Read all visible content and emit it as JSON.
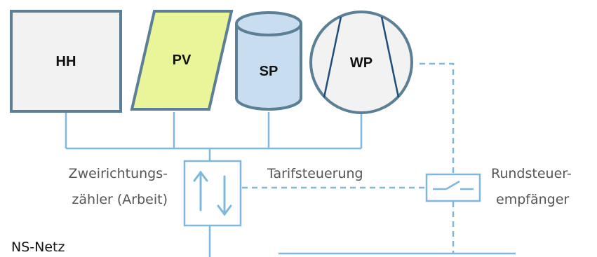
{
  "blocks": {
    "hh": {
      "label": "HH",
      "fill": "#f2f2f2"
    },
    "pv": {
      "label": "PV",
      "fill": "#eaf59a"
    },
    "sp": {
      "label": "SP",
      "fill": "#c8ddf0"
    },
    "wp": {
      "label": "WP",
      "fill": "#f2f2f2"
    }
  },
  "meter": {
    "label_line1": "Zweirichtungs-",
    "label_line2": "zähler (Arbeit)"
  },
  "tariff_label": "Tarifsteuerung",
  "receiver": {
    "label_line1": "Rundsteuer-",
    "label_line2": "empfänger"
  },
  "grid_label": "NS-Netz",
  "colors": {
    "block_stroke": "#5b7f95",
    "line": "#7fb8dc",
    "text": "#111111",
    "annotation_text": "#555555"
  }
}
